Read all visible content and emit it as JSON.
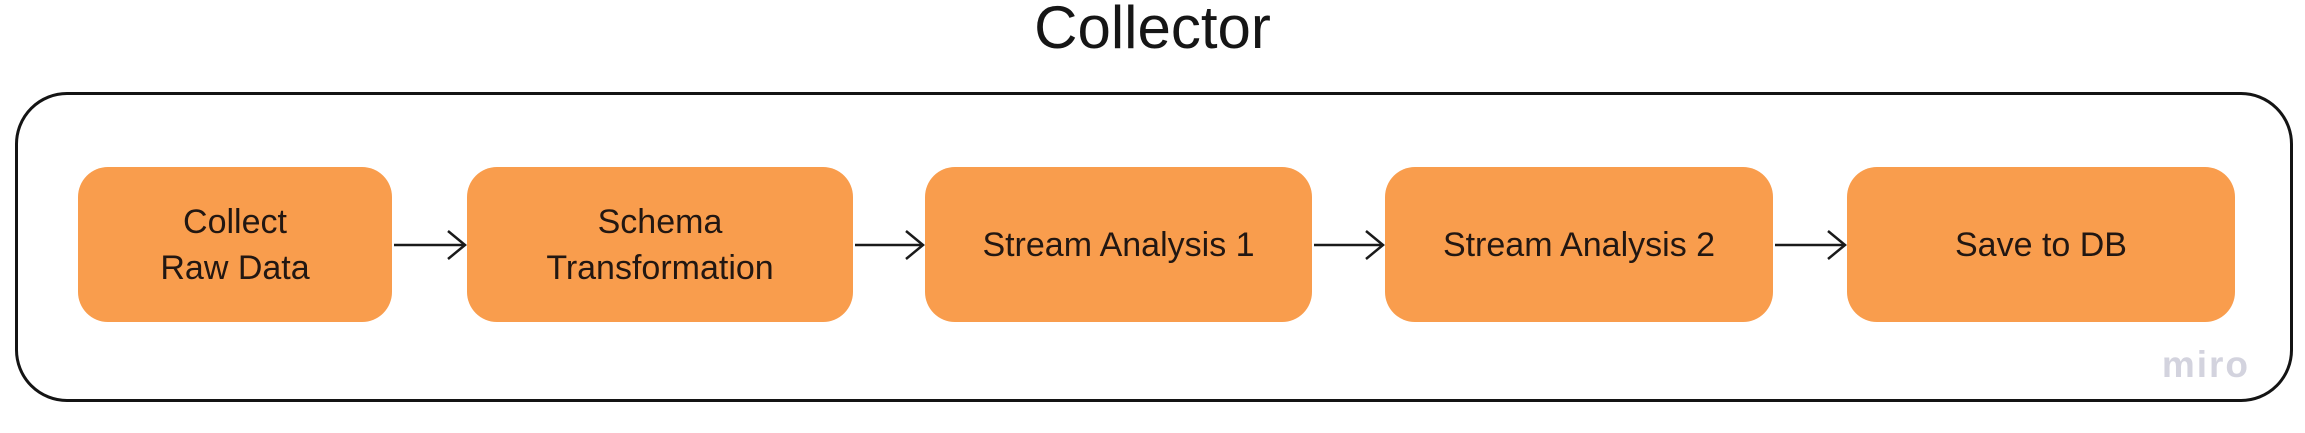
{
  "title": "Collector",
  "watermark": "miro",
  "colors": {
    "background": "#FFFFFF",
    "node_fill": "#F99D4D",
    "node_text": "#221712",
    "frame_border": "#141414",
    "arrow": "#1A1A1A",
    "watermark_text": "#D3D3DE"
  },
  "nodes": [
    {
      "id": "collect-raw-data",
      "label": "Collect\nRaw Data"
    },
    {
      "id": "schema-transformation",
      "label": "Schema\nTransformation"
    },
    {
      "id": "stream-analysis-1",
      "label": "Stream Analysis 1"
    },
    {
      "id": "stream-analysis-2",
      "label": "Stream Analysis 2"
    },
    {
      "id": "save-to-db",
      "label": "Save to DB"
    }
  ],
  "edges": [
    {
      "from": "collect-raw-data",
      "to": "schema-transformation"
    },
    {
      "from": "schema-transformation",
      "to": "stream-analysis-1"
    },
    {
      "from": "stream-analysis-1",
      "to": "stream-analysis-2"
    },
    {
      "from": "stream-analysis-2",
      "to": "save-to-db"
    }
  ]
}
